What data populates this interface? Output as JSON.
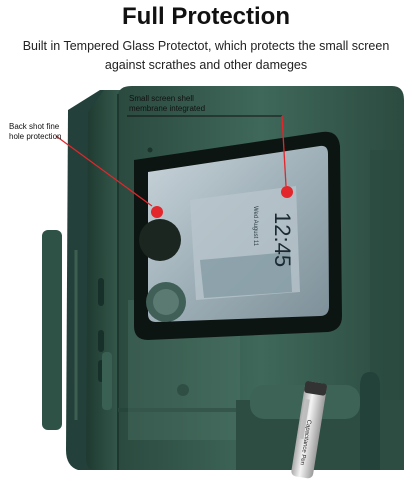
{
  "header": {
    "title": "Full Protection",
    "subtitle": "Built in Tempered Glass Protectot, which protects the small screen against scrathes and other dameges"
  },
  "callouts": {
    "back_shot_line1": "Back shot fine",
    "back_shot_line2": "hole protection",
    "screen_shell_line1": "Small screen shell",
    "screen_shell_line2": "membrane integrated"
  },
  "phone": {
    "cover_time": "12:45",
    "cover_date": "Wed August 11",
    "pen_label": "Capacitance Pen",
    "colors": {
      "case": "#34584b",
      "case_dark": "#223d33",
      "case_light": "#4b7363",
      "accent_red": "#e2262b"
    }
  }
}
